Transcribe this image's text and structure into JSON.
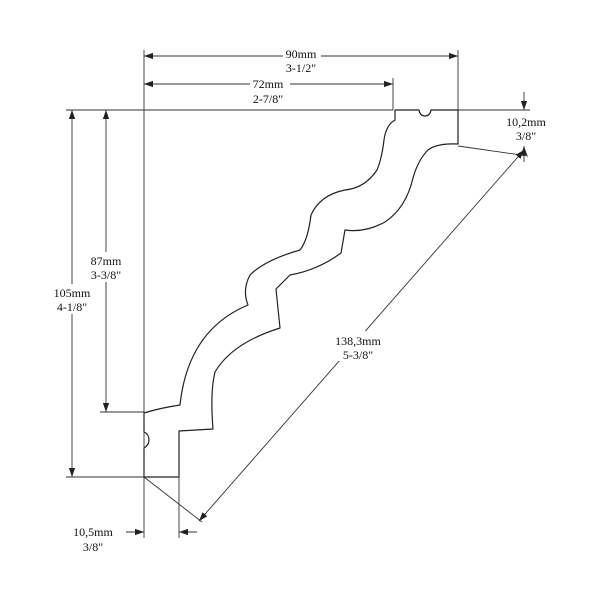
{
  "dimensions": {
    "width_total": {
      "metric": "90mm",
      "imperial": "3-1/2\""
    },
    "width_inner": {
      "metric": "72mm",
      "imperial": "2-7/8\""
    },
    "height_total": {
      "metric": "105mm",
      "imperial": "4-1/8\""
    },
    "height_inner": {
      "metric": "87mm",
      "imperial": "3-3/8\""
    },
    "diagonal": {
      "metric": "138,3mm",
      "imperial": "5-3/8\""
    },
    "top_thickness": {
      "metric": "10,2mm",
      "imperial": "3/8\""
    },
    "bottom_thickness": {
      "metric": "10,5mm",
      "imperial": "3/8\""
    }
  }
}
